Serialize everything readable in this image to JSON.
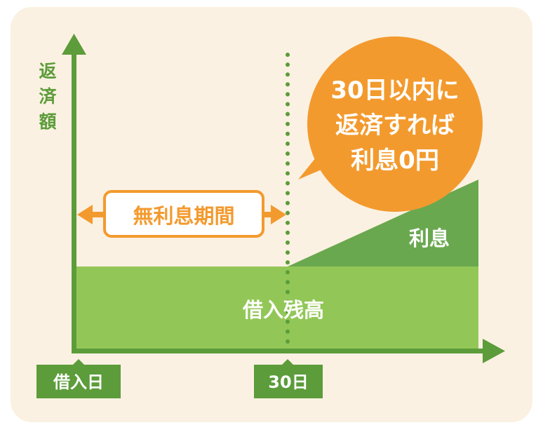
{
  "y_axis_label": [
    "返",
    "済",
    "額"
  ],
  "start_label": "借入日",
  "day30_label": "30日",
  "period_label": "無利息期間",
  "balance_label": "借入残高",
  "interest_label": "利息",
  "bubble_lines": [
    "30日以内に",
    "返済すれば",
    "利息0円"
  ],
  "colors": {
    "background": "#fbf1e2",
    "axis_green": "#5c9c3a",
    "balance_green": "#92c757",
    "interest_green": "#6aa84f",
    "orange": "#f39a2e"
  }
}
